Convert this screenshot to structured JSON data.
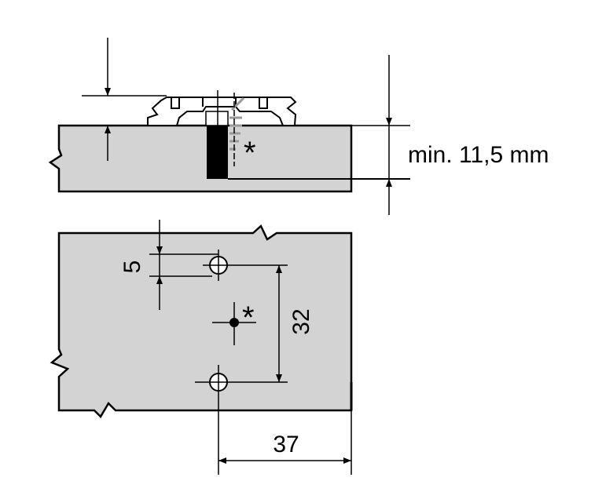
{
  "top_view": {
    "depth_label": "min. 11,5 mm",
    "screw_note": "*"
  },
  "bottom_view": {
    "offset_label": "5",
    "hole_spacing_label": "32",
    "edge_distance_label": "37",
    "center_note": "*"
  },
  "colors": {
    "board": "#d3d3d3",
    "line": "#000000",
    "screw_alt": "#999999"
  }
}
